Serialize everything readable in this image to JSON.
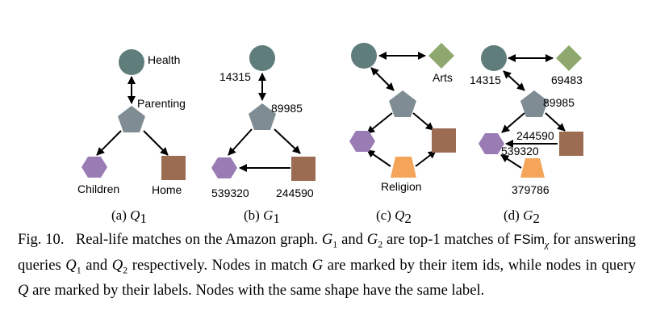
{
  "panels": [
    {
      "id": "a",
      "label": "(a)",
      "math": "Q",
      "sub": "1"
    },
    {
      "id": "b",
      "label": "(b)",
      "math": "G",
      "sub": "1"
    },
    {
      "id": "c",
      "label": "(c)",
      "math": "Q",
      "sub": "2"
    },
    {
      "id": "d",
      "label": "(d)",
      "math": "G",
      "sub": "2"
    }
  ],
  "node_labels": {
    "a_health": "Health",
    "a_parenting": "Parenting",
    "a_children": "Children",
    "a_home": "Home",
    "b_top": "14315",
    "b_mid": "89985",
    "b_left": "539320",
    "b_right": "244590",
    "c_arts": "Arts",
    "c_religion": "Religion",
    "d_circle": "14315",
    "d_diamond": "69483",
    "d_pent": "89985",
    "d_square": "244590",
    "d_hex": "539320",
    "d_trap": "379786"
  },
  "caption": {
    "fig": "Fig. 10.",
    "t1": "Real-life matches on the Amazon graph.",
    "g": "G",
    "s1": "1",
    "and": "and",
    "s2": "2",
    "t2": "are top-1 matches of",
    "fsim": "FSim",
    "chi": "χ",
    "t3": "for answering queries",
    "q": "Q",
    "t4": "respectively. Nodes in match",
    "t5": ", while nodes in query",
    "t6": "are marked by their labels. Nodes with the same shape have the same label.",
    "ids": "are marked by their item ids"
  },
  "colors": {
    "circle": "#5f7d7b",
    "pentagon": "#7f8c93",
    "hexagon": "#9a7cb4",
    "square": "#9b6b52",
    "diamond": "#8fa870",
    "trapezoid": "#f5a55a"
  }
}
